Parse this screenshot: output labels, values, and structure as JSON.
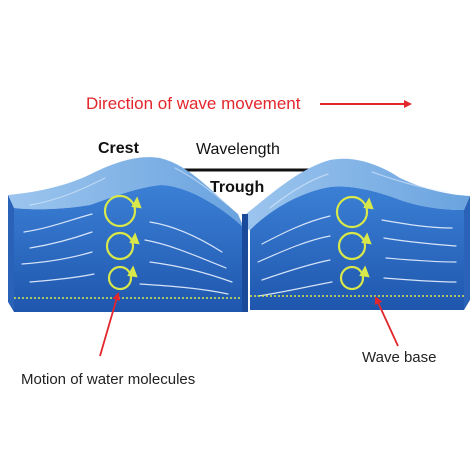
{
  "labels": {
    "direction": "Direction of wave movement",
    "crest": "Crest",
    "wavelength": "Wavelength",
    "trough": "Trough",
    "wave_base": "Wave base",
    "motion": "Motion of water molecules"
  },
  "colors": {
    "accent_red": "#e3262b",
    "wave_blue": "#2f6bc4",
    "wave_top": "#7fb2e6",
    "orbit_yellow": "#d8e84a",
    "text": "#111111"
  },
  "icons": {
    "direction_arrow": "arrow-right-icon",
    "wavelength_arrow": "double-arrow-icon",
    "orbit": "circular-orbit-icon"
  }
}
